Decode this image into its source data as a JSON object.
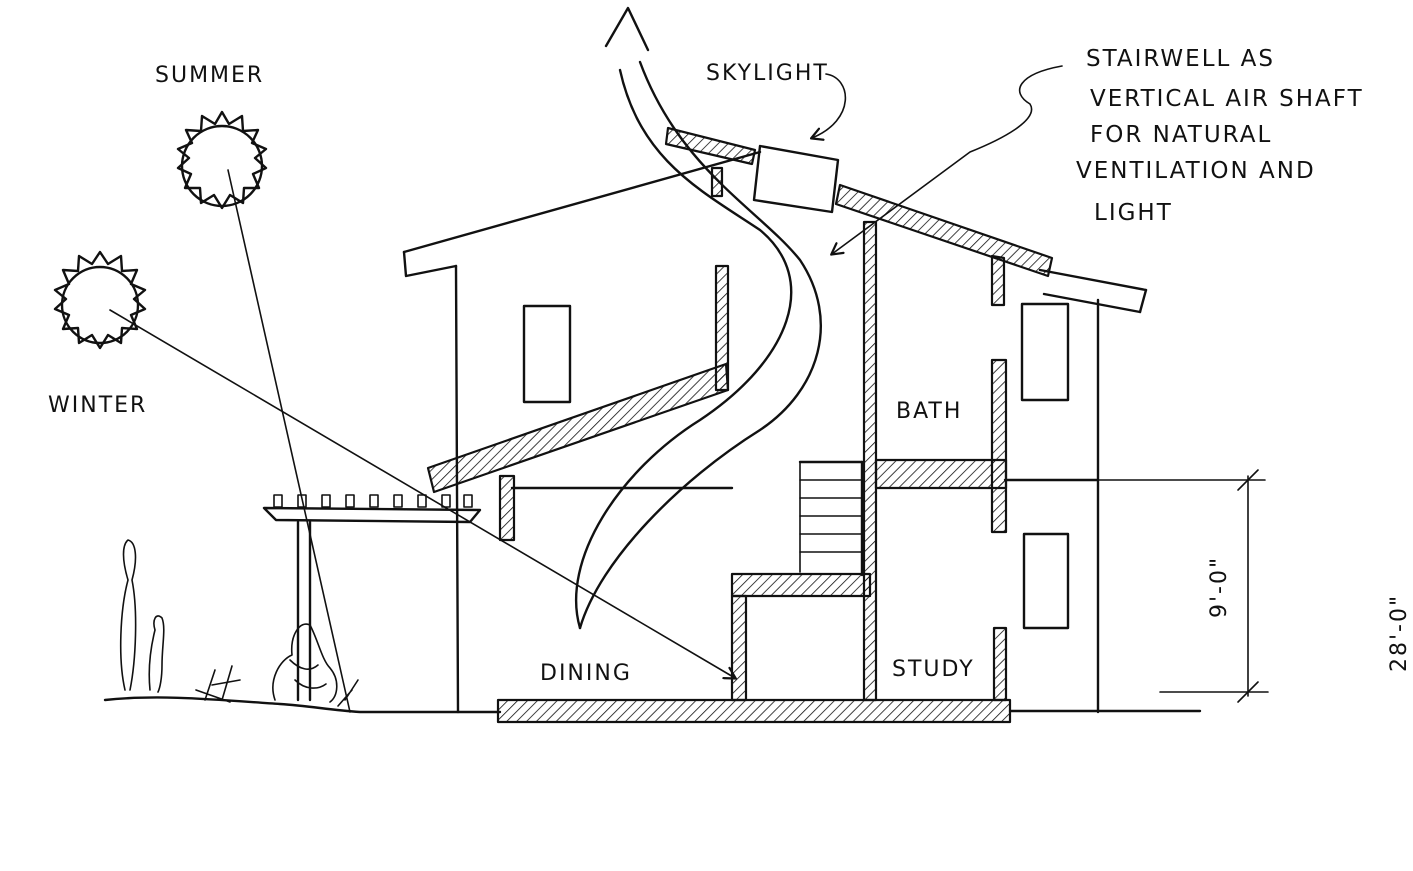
{
  "labels": {
    "summer": "SUMMER",
    "winter": "WINTER",
    "skylight": "SKYLIGHT",
    "stairwell_note": [
      "STAIRWELL AS",
      "VERTICAL AIR SHAFT",
      "FOR NATURAL",
      "VENTILATION AND",
      "LIGHT"
    ],
    "bath": "BATH",
    "dining": "DINING",
    "study": "STUDY"
  },
  "dimensions": {
    "floor_to_floor": "9'-0\"",
    "overall": "28'-0\""
  }
}
